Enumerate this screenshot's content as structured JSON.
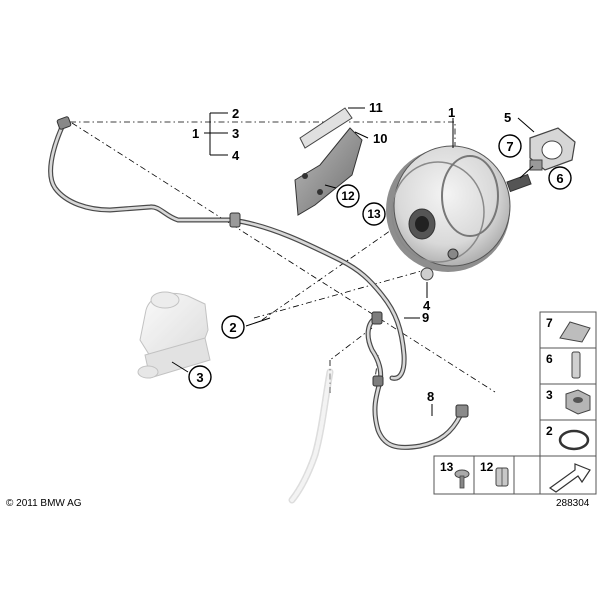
{
  "callouts": {
    "c1": "1",
    "c2": "2",
    "c3": "3",
    "c4": "4",
    "c5": "5",
    "c6": "6",
    "c7": "7",
    "c8": "8",
    "c9": "9",
    "c10": "10",
    "c11": "11",
    "c12": "12",
    "c13": "13",
    "group_root": "1",
    "group_a": "2",
    "group_b": "3",
    "group_c": "4",
    "circle_2": "2",
    "circle_3": "3",
    "circle_12": "12",
    "circle_13": "13"
  },
  "legend": {
    "row7": "7",
    "row6": "6",
    "row3": "3",
    "row2": "2",
    "bottom_13": "13",
    "bottom_12": "12"
  },
  "footer": {
    "copyright": "© 2011 BMW AG",
    "diagram_number": "288304"
  }
}
